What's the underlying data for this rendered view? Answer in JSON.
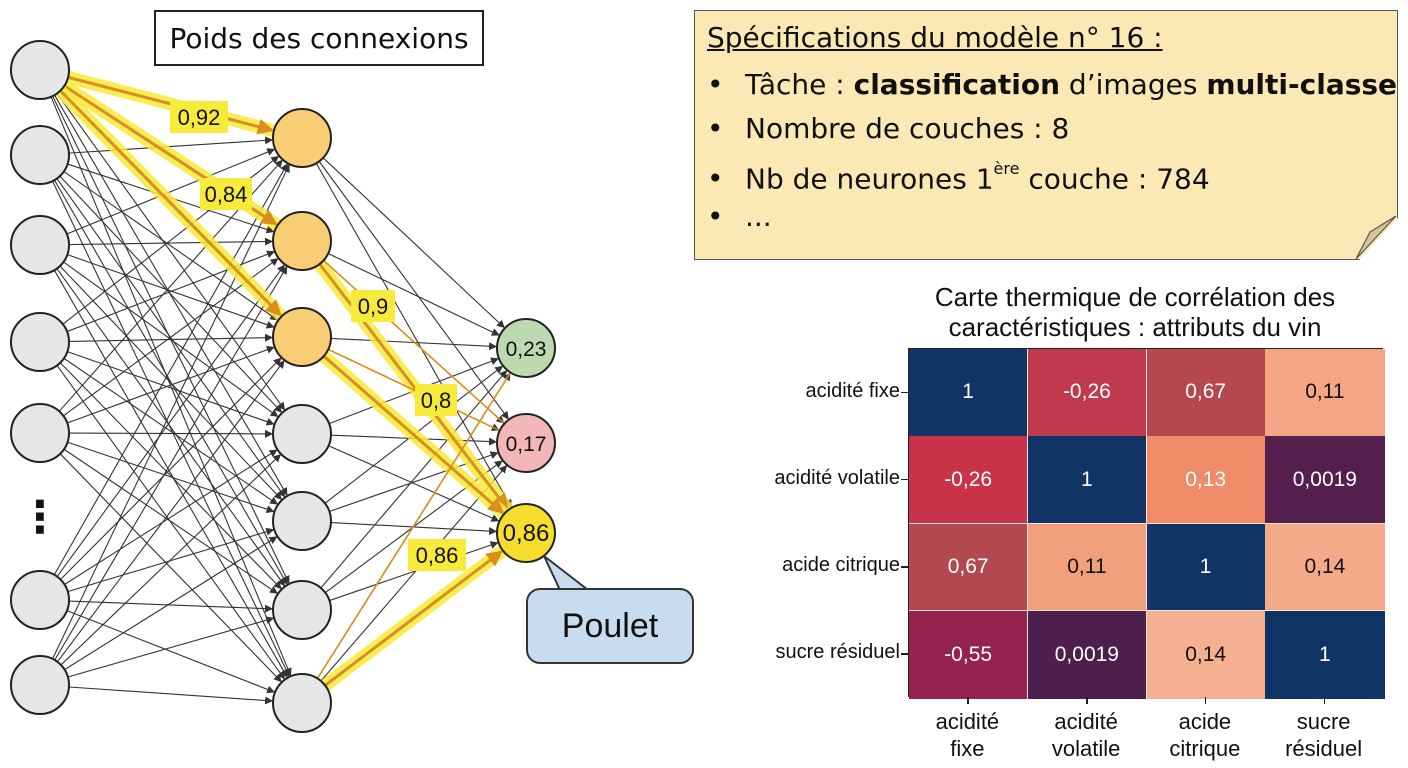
{
  "network": {
    "title": "Poids des connexions",
    "ellipsis": "⋮",
    "outputs": [
      "0,23",
      "0,17",
      "0,86"
    ],
    "weights": [
      "0,92",
      "0,84",
      "0,9",
      "0,8",
      "0,86"
    ],
    "prediction": "Poulet",
    "colors": {
      "input_fill": "#e6e6e6",
      "hidden_active_fill": "#f8cd74",
      "hidden_fill": "#e6e6e6",
      "output_fills": [
        "#bcd9b0",
        "#f2b6b6",
        "#f7dc30"
      ],
      "highlight": "#f7ea3a",
      "path": "#d98e1e",
      "edge": "#333333"
    }
  },
  "spec": {
    "heading": "Spécifications du modèle n° 16 :",
    "bullet": "•",
    "items": [
      {
        "parts": [
          {
            "text": "Tâche : ",
            "bold": false
          },
          {
            "text": "classification",
            "bold": true
          },
          {
            "text": " d’images ",
            "bold": false
          },
          {
            "text": "multi-classes",
            "bold": true
          },
          {
            "text": ".",
            "bold": false
          }
        ]
      },
      {
        "parts": [
          {
            "text": "Nombre de couches : 8",
            "bold": false
          }
        ]
      },
      {
        "parts": [
          {
            "text": "Nb de neurones 1",
            "bold": false
          },
          {
            "text": "ère",
            "sup": true
          },
          {
            "text": " couche : 784",
            "bold": false
          }
        ]
      },
      {
        "parts": [
          {
            "text": "...",
            "bold": false
          }
        ]
      }
    ]
  },
  "heatmap": {
    "title_lines": [
      "Carte thermique de corrélation des",
      "caractéristiques : attributs du vin"
    ],
    "row_labels": [
      "acidité fixe",
      "acidité volatile",
      "acide citrique",
      "sucre résiduel"
    ],
    "col_labels": [
      [
        "acidité",
        "fixe"
      ],
      [
        "acidité",
        "volatile"
      ],
      [
        "acide",
        "citrique"
      ],
      [
        "sucre",
        "résiduel"
      ]
    ],
    "values": [
      [
        "1",
        "-0,26",
        "0,67",
        "0,11"
      ],
      [
        "-0,26",
        "1",
        "0,13",
        "0,0019"
      ],
      [
        "0,67",
        "0,11",
        "1",
        "0,14"
      ],
      [
        "-0,55",
        "0,0019",
        "0,14",
        "1"
      ]
    ],
    "cell_colors": [
      [
        "#0f3465",
        "#c03a4e",
        "#b5474d",
        "#f4a684"
      ],
      [
        "#c8334a",
        "#0f3465",
        "#ee8b68",
        "#541f4d"
      ],
      [
        "#b24950",
        "#f1a07c",
        "#0f3465",
        "#f4aa88"
      ],
      [
        "#96224f",
        "#4c1f4c",
        "#f5b091",
        "#0f3465"
      ]
    ],
    "text_colors": [
      [
        "#ffffff",
        "#ffffff",
        "#ffffff",
        "#111111"
      ],
      [
        "#ffffff",
        "#ffffff",
        "#ffffff",
        "#ffffff"
      ],
      [
        "#ffffff",
        "#111111",
        "#ffffff",
        "#111111"
      ],
      [
        "#ffffff",
        "#ffffff",
        "#111111",
        "#ffffff"
      ]
    ]
  }
}
